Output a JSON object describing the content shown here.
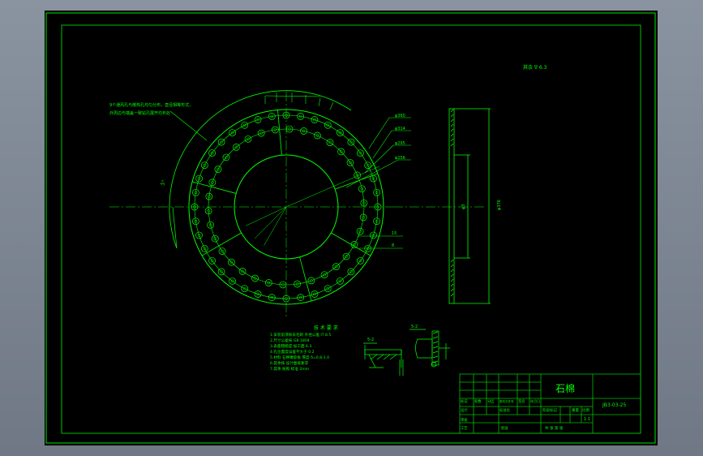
{
  "colors": {
    "line": "#00ff00",
    "border": "#00c000",
    "sheet": "#000000",
    "viewport": "#7d8793"
  },
  "drawing": {
    "roughness_note": "其余 ∇ 6.3",
    "notes_left": [
      "9个通风孔与散热孔均匀分布，直径相等形式，",
      "外周边与端盖一致钻孔展开均布处"
    ],
    "dimensions_right": [
      "φ360",
      "φ314",
      "φ295",
      "φ256"
    ],
    "dim_small_1": "15",
    "dim_small_2": "8",
    "dim_vertical": "φ376",
    "dim_inner_vertical": "φ3",
    "dim_angle": "5°",
    "tech_req_title": "技 术 要 求",
    "tech_req_lines": [
      "1.安装前须除去毛刺 外径公差 IT 8.5",
      "2.尺寸公差按 GB 1804",
      "3.表面粗糙度 加工面 6.3",
      "4.孔位置度误差不大于 0.2",
      "5.材料 石棉橡胶板 厚度 δ=0.8-1.0",
      "6.其余按 设计图纸要求",
      "7.其余 按照 标准 2mm"
    ],
    "section_a_label": "5-2",
    "section_b_label": "5-2"
  },
  "title_block": {
    "material": "石棉",
    "code": "JB3-03-25",
    "scale_label": "比例",
    "scale_value": "1:1",
    "header_cells": [
      "标记",
      "处数",
      "分区",
      "更改文件号",
      "签名",
      "年月日"
    ],
    "role_design": "设计",
    "role_std": "标准化",
    "role_check": "审核",
    "role_proc": "工艺",
    "role_approve": "批准",
    "stage_label": "阶段标记",
    "weight_label": "重量",
    "sheet_label": "共  张  第  张"
  }
}
